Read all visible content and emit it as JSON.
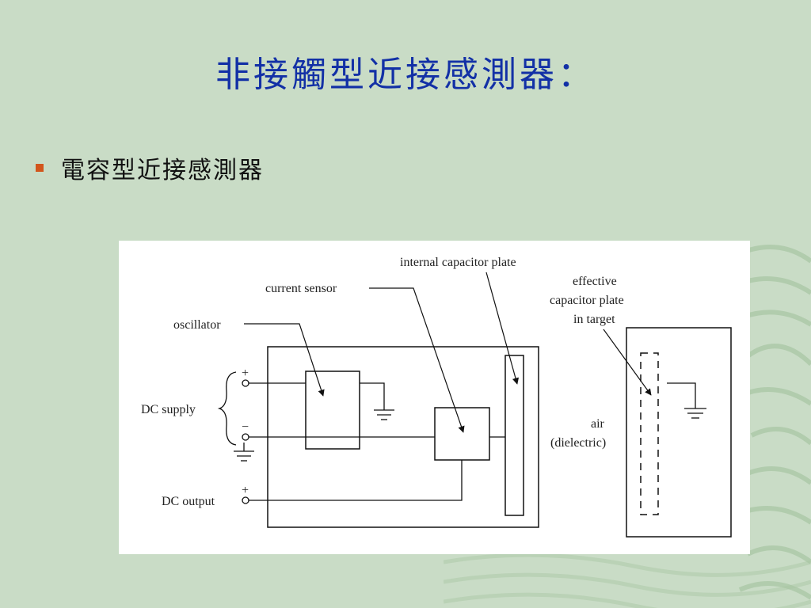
{
  "slide": {
    "title": "非接觸型近接感測器：",
    "bullet": "電容型近接感測器"
  },
  "diagram": {
    "labels": {
      "internal_plate": "internal capacitor plate",
      "current_sensor": "current sensor",
      "oscillator": "oscillator",
      "effective_line1": "effective",
      "effective_line2": "capacitor plate",
      "effective_line3": "in target",
      "dc_supply": "DC supply",
      "dc_output": "DC output",
      "air": "air",
      "dielectric": "(dielectric)",
      "plus": "+",
      "minus": "−",
      "plus_out": "+"
    }
  },
  "colors": {
    "background": "#c9dcc6",
    "title": "#1230a6",
    "bullet": "#d2561c"
  }
}
